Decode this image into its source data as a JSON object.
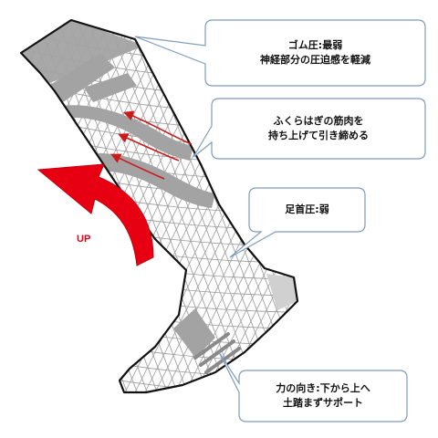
{
  "callouts": [
    {
      "lines": [
        "ゴム圧:最弱",
        "神経部分の圧迫感を軽減"
      ]
    },
    {
      "lines": [
        "ふくらはぎの筋肉を",
        "持ち上げて引き締める"
      ]
    },
    {
      "lines": [
        "足首圧:弱"
      ]
    },
    {
      "lines": [
        "力の向き:下から上へ",
        "土踏まずサポート"
      ]
    }
  ],
  "up_label": "UP",
  "colors": {
    "arrow_red": "#e60012",
    "band_gray": "#a3a3a3",
    "outline": "#111111",
    "callout_border": "#7f9bbd",
    "mesh": "#9a9a9a"
  }
}
